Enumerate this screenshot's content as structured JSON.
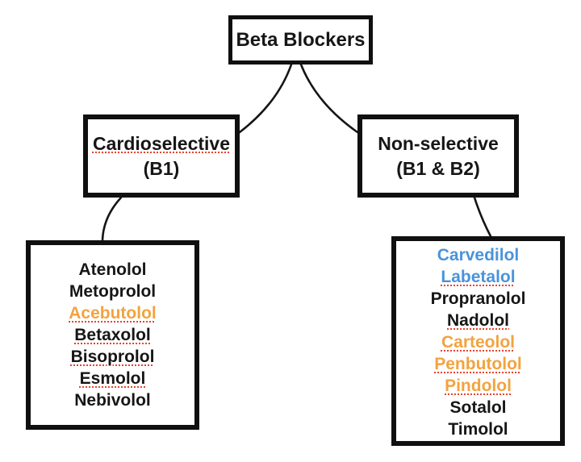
{
  "colors": {
    "text_black": "#161616",
    "drug_orange": "#F2A33F",
    "drug_blue": "#4A93DB",
    "spellcheck_red": "#E8402F",
    "box_border": "#101010"
  },
  "root": {
    "label": "Beta Blockers"
  },
  "branches": [
    {
      "id": "cardioselective",
      "title": "Cardioselective",
      "subtitle": "(B1)",
      "title_misspelled": true
    },
    {
      "id": "non-selective",
      "title": "Non-selective",
      "subtitle": "(B1 & B2)",
      "title_misspelled": false
    }
  ],
  "drug_lists": [
    {
      "branch": "cardioselective",
      "drugs": [
        {
          "name": "Atenolol",
          "color": "black",
          "misspelled": false
        },
        {
          "name": "Metoprolol",
          "color": "black",
          "misspelled": false
        },
        {
          "name": "Acebutolol",
          "color": "orange",
          "misspelled": true
        },
        {
          "name": "Betaxolol",
          "color": "black",
          "misspelled": true
        },
        {
          "name": "Bisoprolol",
          "color": "black",
          "misspelled": true
        },
        {
          "name": "Esmolol",
          "color": "black",
          "misspelled": true
        },
        {
          "name": "Nebivolol",
          "color": "black",
          "misspelled": false
        }
      ]
    },
    {
      "branch": "non-selective",
      "drugs": [
        {
          "name": "Carvedilol",
          "color": "blue",
          "misspelled": false
        },
        {
          "name": "Labetalol",
          "color": "blue",
          "misspelled": true
        },
        {
          "name": "Propranolol",
          "color": "black",
          "misspelled": false
        },
        {
          "name": "Nadolol",
          "color": "black",
          "misspelled": true
        },
        {
          "name": "Carteolol",
          "color": "orange",
          "misspelled": true
        },
        {
          "name": "Penbutolol",
          "color": "orange",
          "misspelled": true
        },
        {
          "name": "Pindolol",
          "color": "orange",
          "misspelled": true
        },
        {
          "name": "Sotalol",
          "color": "black",
          "misspelled": false
        },
        {
          "name": "Timolol",
          "color": "black",
          "misspelled": false
        }
      ]
    }
  ]
}
